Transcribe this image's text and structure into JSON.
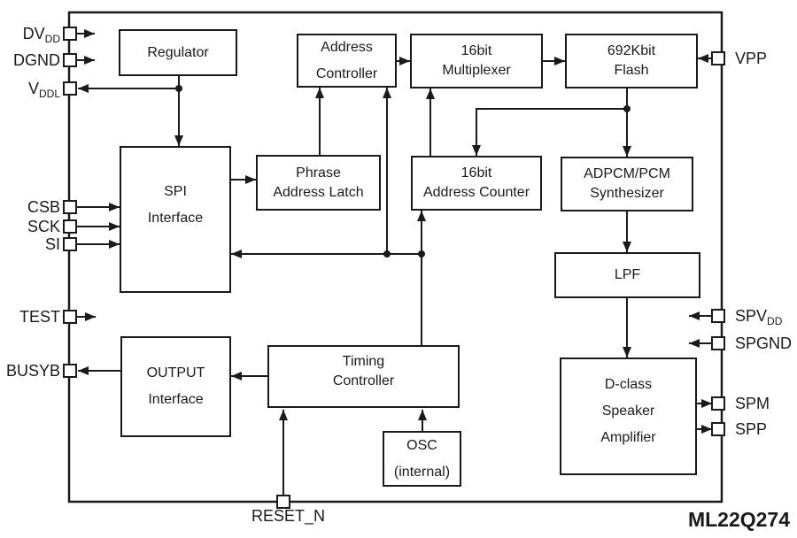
{
  "part_number": "ML22Q274",
  "blocks": {
    "regulator": {
      "l1": "Regulator"
    },
    "address_controller": {
      "l1": "Address",
      "l2": "Controller"
    },
    "multiplexer_16bit": {
      "l1": "16bit",
      "l2": "Multiplexer"
    },
    "flash_692kbit": {
      "l1": "692Kbit",
      "l2": "Flash"
    },
    "spi_interface": {
      "l1": "SPI",
      "l2": "Interface"
    },
    "phrase_address_latch": {
      "l1": "Phrase",
      "l2": "Address Latch"
    },
    "address_counter_16bit": {
      "l1": "16bit",
      "l2": "Address Counter"
    },
    "adpcm_pcm_synthesizer": {
      "l1": "ADPCM/PCM",
      "l2": "Synthesizer"
    },
    "lpf": {
      "l1": "LPF"
    },
    "output_interface": {
      "l1": "OUTPUT",
      "l2": "Interface"
    },
    "timing_controller": {
      "l1": "Timing",
      "l2": "Controller"
    },
    "osc_internal": {
      "l1": "OSC",
      "l2": "(internal)"
    },
    "d_class_speaker_amplifier": {
      "l1": "D-class",
      "l2": "Speaker",
      "l3": "Amplifier"
    }
  },
  "pins": {
    "dvdd": {
      "main": "DV",
      "sub": "DD"
    },
    "dgnd": {
      "main": "DGND",
      "sub": ""
    },
    "vddl": {
      "main": "V",
      "sub": "DDL"
    },
    "csb": {
      "main": "CSB",
      "sub": ""
    },
    "sck": {
      "main": "SCK",
      "sub": ""
    },
    "si": {
      "main": "SI",
      "sub": ""
    },
    "test": {
      "main": "TEST",
      "sub": ""
    },
    "busyb": {
      "main": "BUSYB",
      "sub": ""
    },
    "vpp": {
      "main": "VPP",
      "sub": ""
    },
    "spvdd": {
      "main": "SPV",
      "sub": "DD"
    },
    "spgnd": {
      "main": "SPGND",
      "sub": ""
    },
    "spm": {
      "main": "SPM",
      "sub": ""
    },
    "spp": {
      "main": "SPP",
      "sub": ""
    },
    "reset_n": {
      "main": "RESET_N",
      "sub": ""
    }
  },
  "colors": {
    "line": "#1a1a1a",
    "background": "#ffffff"
  }
}
